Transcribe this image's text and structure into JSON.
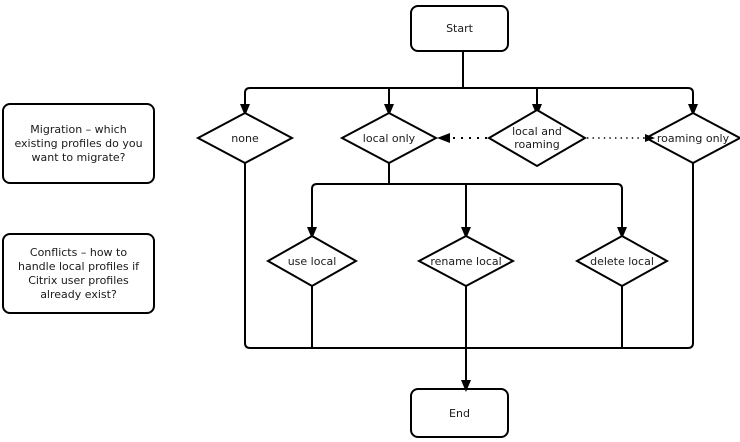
{
  "diagram": {
    "title": "Citrix user profile migration and conflict handling flowchart",
    "background_color": "#ffffff",
    "stroke_color": "#000000",
    "text_color": "#1a1a1a"
  },
  "notes": [
    {
      "id": "migration-note",
      "text": "Migration – which existing profiles do you want to migrate?"
    },
    {
      "id": "conflicts-note",
      "text": "Conflicts – how to handle local profiles if Citrix user profiles already exist?"
    }
  ],
  "terminators": {
    "start": "Start",
    "end": "End"
  },
  "migration_options": [
    {
      "id": "none",
      "label": "none"
    },
    {
      "id": "local-only",
      "label": "local only"
    },
    {
      "id": "local-and-roaming",
      "label": "local and\nroaming"
    },
    {
      "id": "roaming-only",
      "label": "roaming only"
    }
  ],
  "conflict_options": [
    {
      "id": "use-local",
      "label": "use local"
    },
    {
      "id": "rename-local",
      "label": "rename local"
    },
    {
      "id": "delete-local",
      "label": "delete local"
    }
  ],
  "connector_styles": {
    "solid": "solid",
    "dotted_coarse": "dotted-coarse",
    "dotted_fine": "dotted-fine"
  }
}
